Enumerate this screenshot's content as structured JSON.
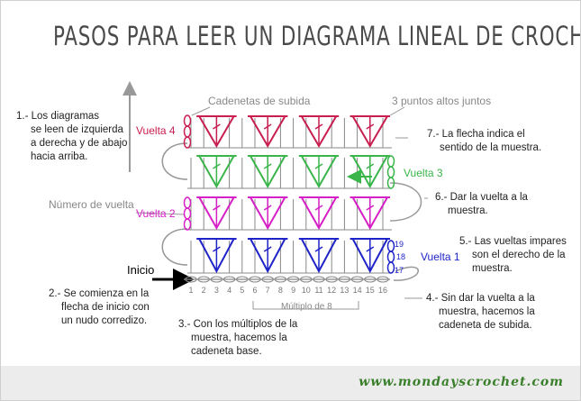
{
  "title": "PASOS PARA LEER UN DIAGRAMA LINEAL DE CROCHET",
  "labels": {
    "cadenetas_subida": "Cadenetas de subida",
    "puntos_altos": "3 puntos altos juntos",
    "numero_vuelta": "Número de vuelta",
    "inicio": "Inicio",
    "multiplo": "Múltiplo de 8"
  },
  "rounds": {
    "v1": "Vuelta 1",
    "v2": "Vuelta 2",
    "v3": "Vuelta 3",
    "v4": "Vuelta 4"
  },
  "chain_counts": [
    "17",
    "18",
    "19"
  ],
  "base_numbers": [
    "1",
    "2",
    "3",
    "4",
    "5",
    "6",
    "7",
    "8",
    "9",
    "10",
    "11",
    "12",
    "13",
    "14",
    "15",
    "16"
  ],
  "notes": {
    "n1": [
      "1.- Los diagramas",
      "se leen de izquierda",
      "a derecha y de abajo",
      "hacia arriba."
    ],
    "n2": [
      "2.- Se comienza en la",
      "flecha de inicio con",
      "un nudo corredizo."
    ],
    "n3": [
      "3.- Con los múltiplos de la",
      "muestra, hacemos la",
      "cadeneta base."
    ],
    "n4": [
      "4.- Sin dar la vuelta a la",
      "muestra, hacemos la",
      "cadeneta de subida."
    ],
    "n5": [
      "5.- Las vueltas impares",
      "son el derecho de la",
      "muestra."
    ],
    "n6": [
      "6.- Dar la vuelta a la",
      "muestra."
    ],
    "n7": [
      "7.- La flecha indica el",
      "sentido de la muestra."
    ]
  },
  "website": "www.mondayscrochet.com",
  "colors": {
    "v1": "#1f24c8",
    "v2": "#d61fc6",
    "v3": "#39b54a",
    "v4": "#c81e50",
    "gray": "#888888",
    "site": "#3a7f2b"
  }
}
